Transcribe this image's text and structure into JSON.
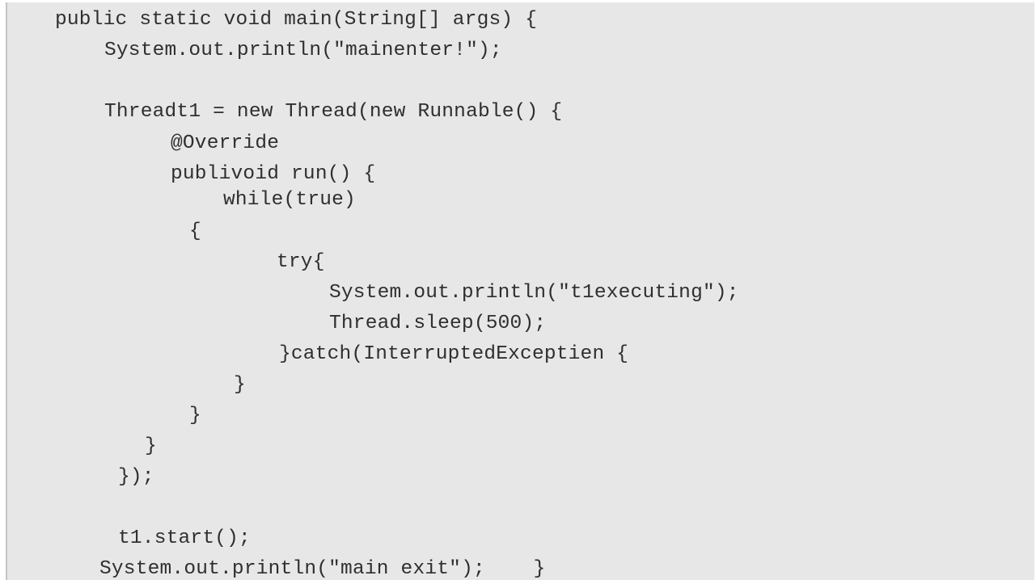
{
  "document": {
    "background_color": "#e7e7e7",
    "text_color": "#2f2f2f",
    "lines": [
      "public static void main(String[] args) {",
      "System.out.println(\"mainenter!\");",
      "Threadt1 = new Thread(new Runnable() {",
      "@Override",
      "publivoid run() {",
      "while(true)",
      "{",
      "try{",
      "System.out.println(\"t1executing\");",
      "Thread.sleep(500);",
      "}catch(InterruptedExceptien {",
      "}",
      "}",
      "}",
      "});",
      "t1.start();",
      "System.out.println(\"main exit\");    }"
    ]
  }
}
